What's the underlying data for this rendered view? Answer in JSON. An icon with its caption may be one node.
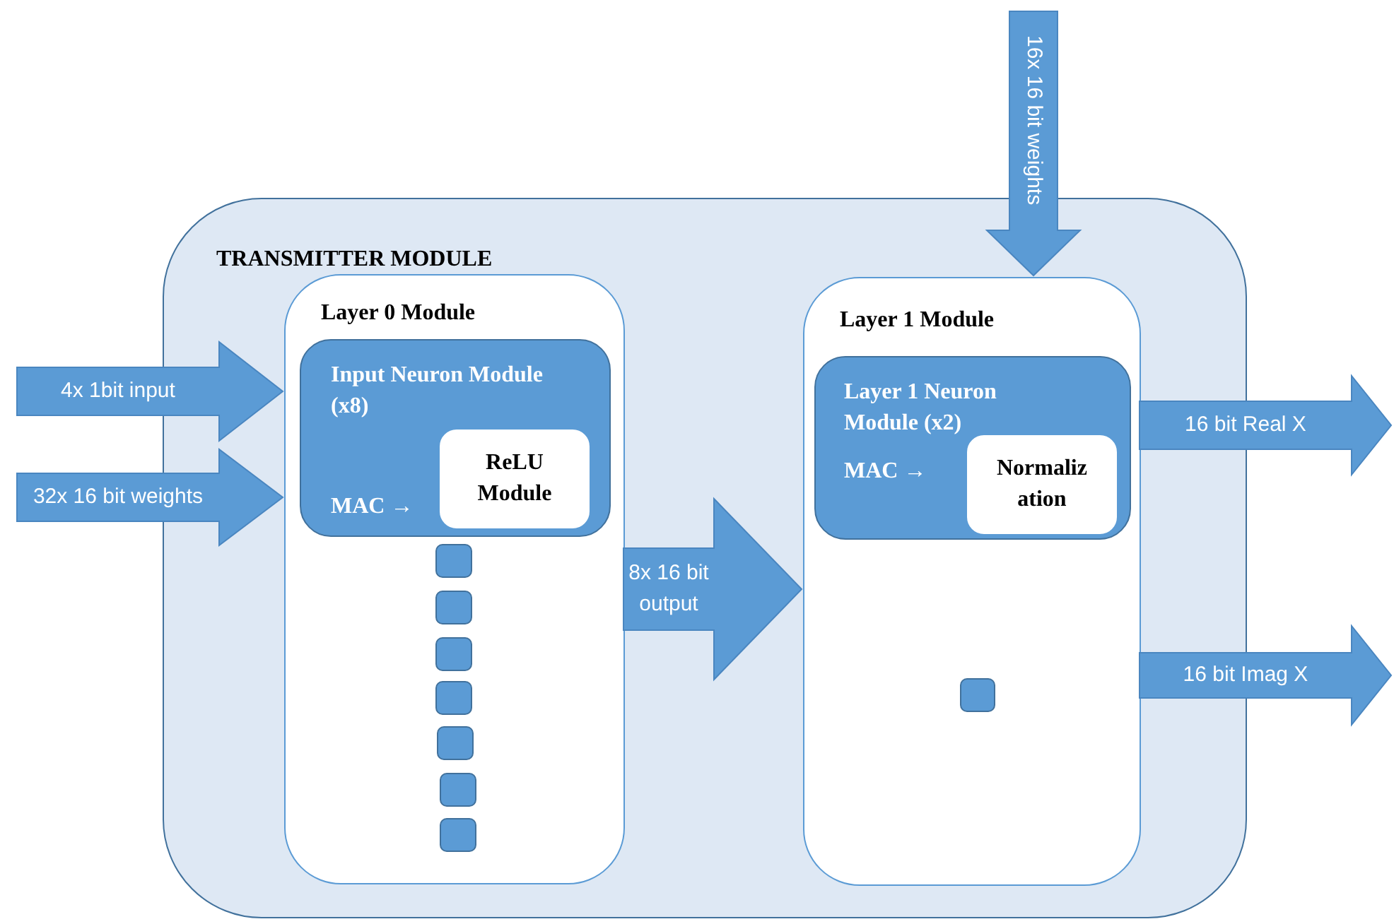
{
  "diagram": {
    "nodes": [
      {
        "text": [
          "TRANSMITTER MODULE"
        ]
      },
      {
        "text": [
          "Layer 0 Module"
        ],
        "in": 0
      },
      {
        "text": [
          "Input Neuron Module (x8)",
          "MAC →"
        ],
        "in": 1
      },
      {
        "text": [
          "ReLU Module"
        ],
        "in": 2
      },
      {
        "text": [],
        "shape": "box",
        "in": 1
      },
      {
        "text": [],
        "shape": "box",
        "in": 1
      },
      {
        "text": [],
        "shape": "box",
        "in": 1
      },
      {
        "text": [],
        "shape": "box",
        "in": 1
      },
      {
        "text": [],
        "shape": "box",
        "in": 1
      },
      {
        "text": [],
        "shape": "box",
        "in": 1
      },
      {
        "text": [],
        "shape": "box",
        "in": 1
      },
      {
        "text": [
          "Layer 1 Module"
        ],
        "in": 0
      },
      {
        "text": [
          "Layer 1 Neuron Module (x2)",
          "MAC →"
        ],
        "in": 11
      },
      {
        "text": [
          "Normaliz ation"
        ],
        "in": 12
      },
      {
        "text": [],
        "shape": "box",
        "in": 11
      }
    ],
    "edges": [
      {
        "from": null,
        "to": 1,
        "arrow": "to",
        "label": "4x 1bit input"
      },
      {
        "from": null,
        "to": 1,
        "arrow": "to",
        "label": "32x 16 bit weights"
      },
      {
        "from": 1,
        "to": 11,
        "arrow": "to",
        "label": "8x 16 bit output"
      },
      {
        "from": null,
        "to": 11,
        "arrow": "to",
        "label": "16x 16 bit weights"
      },
      {
        "from": 11,
        "to": null,
        "arrow": "to",
        "label": "16 bit Real X"
      },
      {
        "from": 11,
        "to": null,
        "arrow": "to",
        "label": "16 bit Imag X"
      }
    ]
  }
}
